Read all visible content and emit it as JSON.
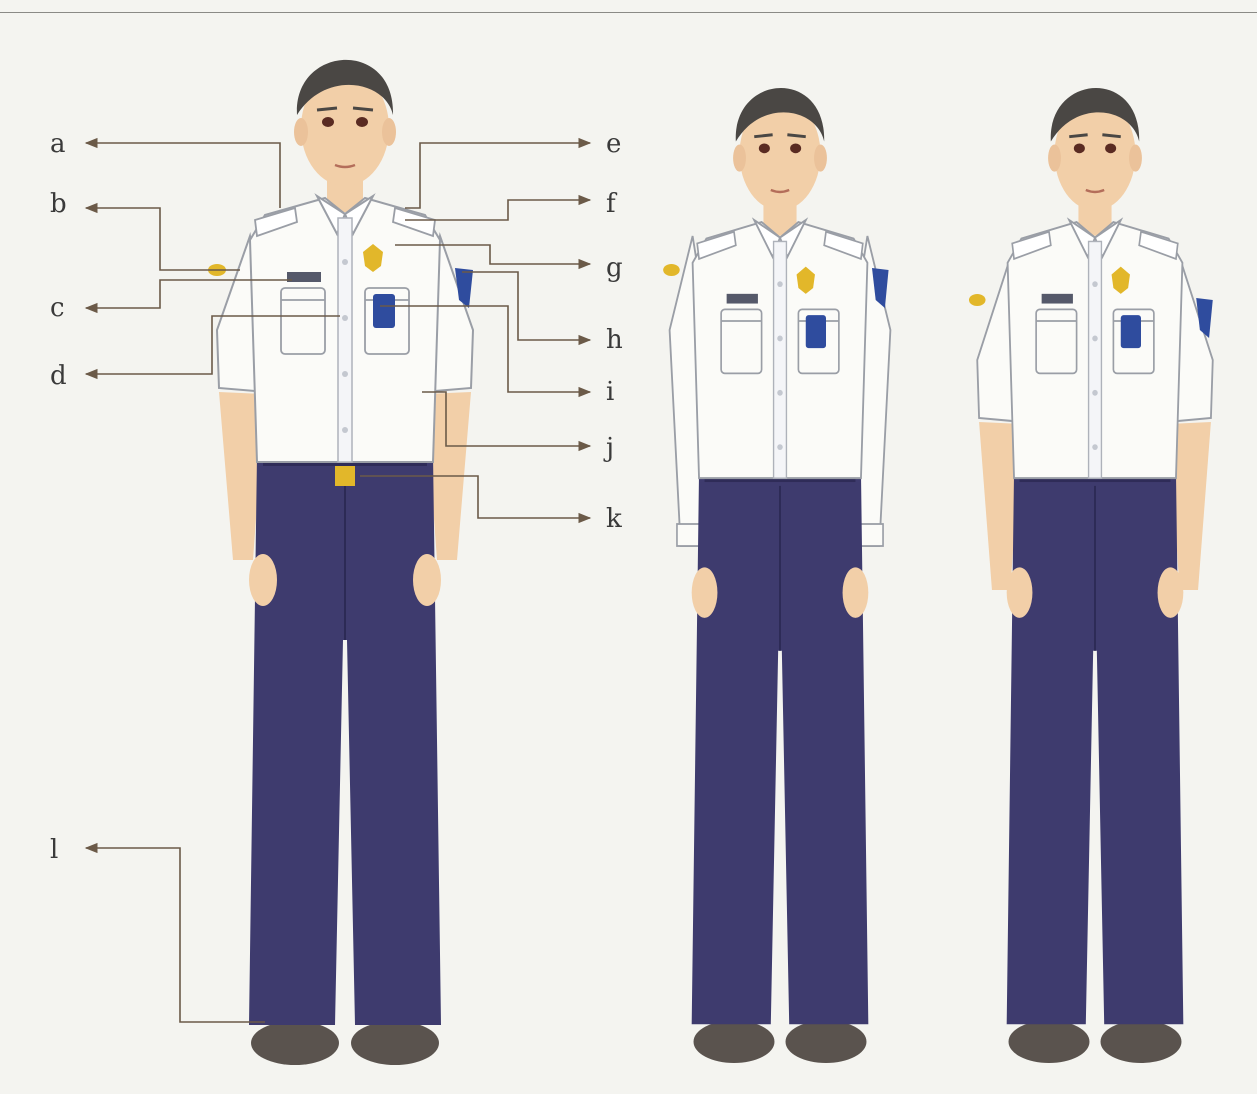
{
  "figure": {
    "background": "#f4f4f0",
    "colors": {
      "shirt": "#fbfbf8",
      "shirt_outline": "#9a9ea6",
      "trousers": "#3e3b6e",
      "skin": "#f2cfa8",
      "hair": "#4a4744",
      "shoes": "#5a534e",
      "badge_blue": "#2f4c9e",
      "badge_gold": "#e2b72a",
      "leader_line": "#6b5a48"
    },
    "figures": [
      {
        "id": "figure-short-sleeve-annotated",
        "sleeve": "short"
      },
      {
        "id": "figure-long-sleeve",
        "sleeve": "long"
      },
      {
        "id": "figure-short-sleeve",
        "sleeve": "short"
      }
    ],
    "callouts": {
      "left": [
        "a",
        "b",
        "c",
        "d",
        "l"
      ],
      "right": [
        "e",
        "f",
        "g",
        "h",
        "i",
        "j",
        "k"
      ]
    }
  }
}
